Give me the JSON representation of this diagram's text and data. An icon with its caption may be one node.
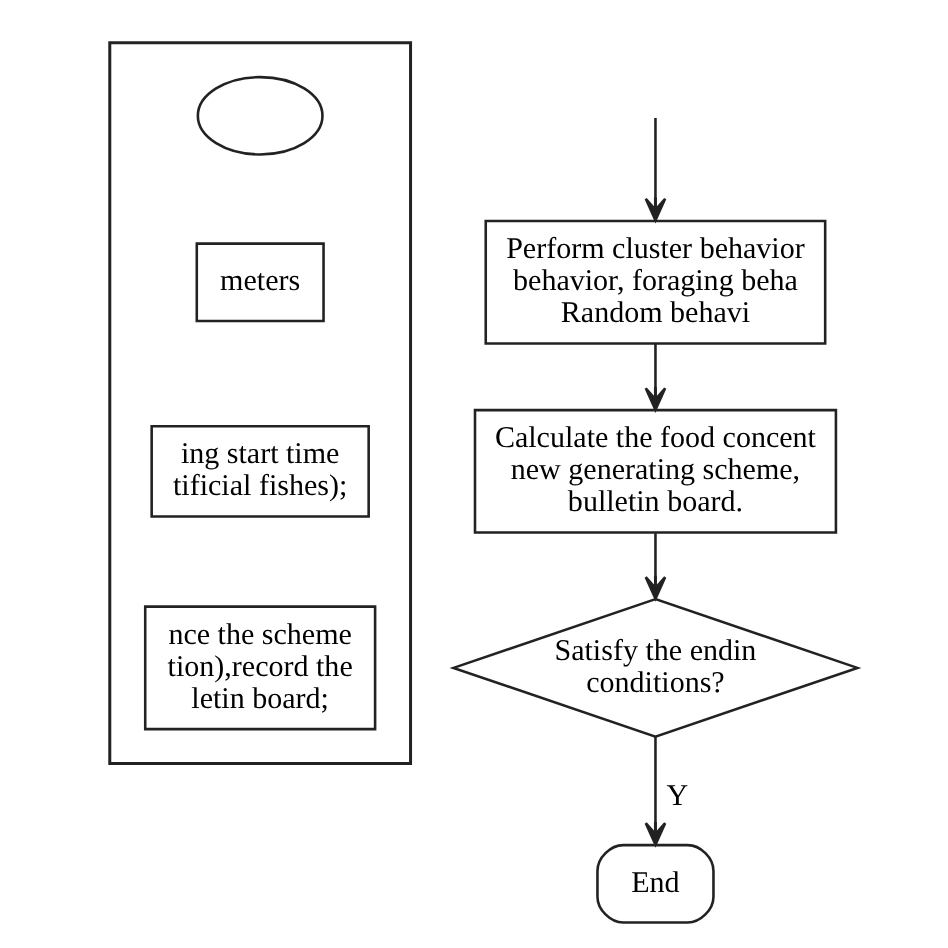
{
  "diagram": {
    "nodes": [
      {
        "text": [],
        "shape": "box"
      },
      {
        "text": [],
        "shape": "ellipse",
        "in": 0
      },
      {
        "text": [
          "meters"
        ],
        "in": 0
      },
      {
        "text": [
          "ing start time tificial fishes);"
        ],
        "in": 0
      },
      {
        "text": [
          "nce the scheme tion),record the letin board;"
        ],
        "in": 0
      },
      {
        "text": [
          "Perform cluster behavior behavior, foraging beha Random behavi"
        ]
      },
      {
        "text": [
          "Calculate the food concent new generating scheme, bulletin board."
        ]
      },
      {
        "text": [
          "Satisfy the endin conditions?"
        ]
      },
      {
        "text": [
          "End"
        ]
      }
    ],
    "edges": [
      {
        "from": null,
        "to": 5,
        "arrow": "to"
      },
      {
        "from": 5,
        "to": 6,
        "arrow": "to"
      },
      {
        "from": 6,
        "to": 7,
        "arrow": "to"
      },
      {
        "from": 7,
        "to": 8,
        "arrow": "to",
        "label": "Y"
      }
    ]
  }
}
